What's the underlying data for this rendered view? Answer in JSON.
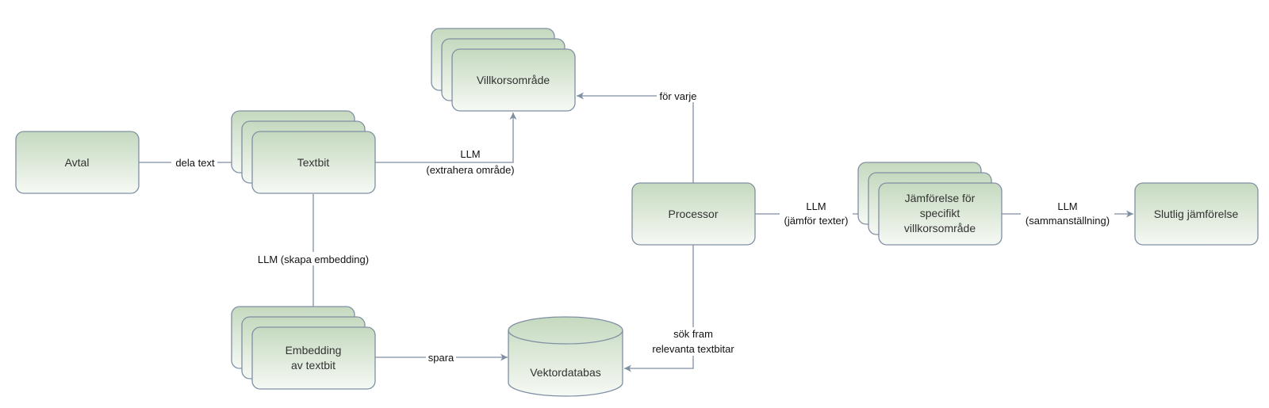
{
  "nodes": {
    "avtal": {
      "label": "Avtal"
    },
    "textbit": {
      "label": "Textbit"
    },
    "villkorsomrade": {
      "label": "Villkorsområde"
    },
    "embedding": {
      "label_lines": [
        "Embedding",
        "av textbit"
      ]
    },
    "vektordatabas": {
      "label": "Vektordatabas"
    },
    "processor": {
      "label": "Processor"
    },
    "jamforelse": {
      "label_lines": [
        "Jämförelse för",
        "specifikt",
        "villkorsområde"
      ]
    },
    "slutlig": {
      "label": "Slutlig jämförelse"
    }
  },
  "edges": {
    "dela_text": {
      "label": "dela text"
    },
    "extrahera": {
      "label_lines": [
        "LLM",
        "(extrahera område)"
      ]
    },
    "skapa_embedding": {
      "label": "LLM (skapa embedding)"
    },
    "spara": {
      "label": "spara"
    },
    "for_varje": {
      "label": "för varje"
    },
    "sok_fram": {
      "label_lines": [
        "sök fram",
        "relevanta textbitar"
      ]
    },
    "jamfor": {
      "label_lines": [
        "LLM",
        "(jämför texter)"
      ]
    },
    "sammanstallning": {
      "label_lines": [
        "LLM",
        "(sammanställning)"
      ]
    }
  },
  "colors": {
    "node_fill_top": "#c5d9bf",
    "node_fill_bottom": "#f6f9f4",
    "stroke": "#7f8fa3"
  }
}
